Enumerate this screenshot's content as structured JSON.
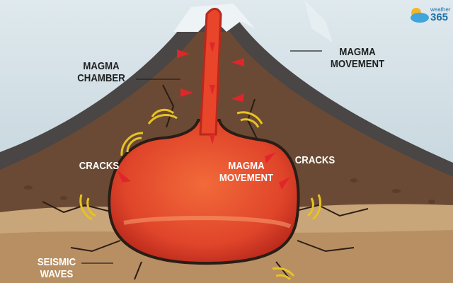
{
  "labels": {
    "magma_chamber": "MAGMA\nCHAMBER",
    "magma_movement_top": "MAGMA\nMOVEMENT",
    "cracks_left": "CRACKS",
    "magma_movement_center": "MAGMA\nMOVEMENT",
    "cracks_right": "CRACKS",
    "seismic_waves": "SEISMIC\nWAVES"
  },
  "logo": {
    "word": "weather",
    "number": "365"
  },
  "colors": {
    "sky": "#cfdde3",
    "mountain": "#4a4645",
    "earth": "#6b4a35",
    "ground": "#c9a57a",
    "magma": "#e8452a",
    "arrow": "#e0262a",
    "waves": "#e6c323"
  }
}
